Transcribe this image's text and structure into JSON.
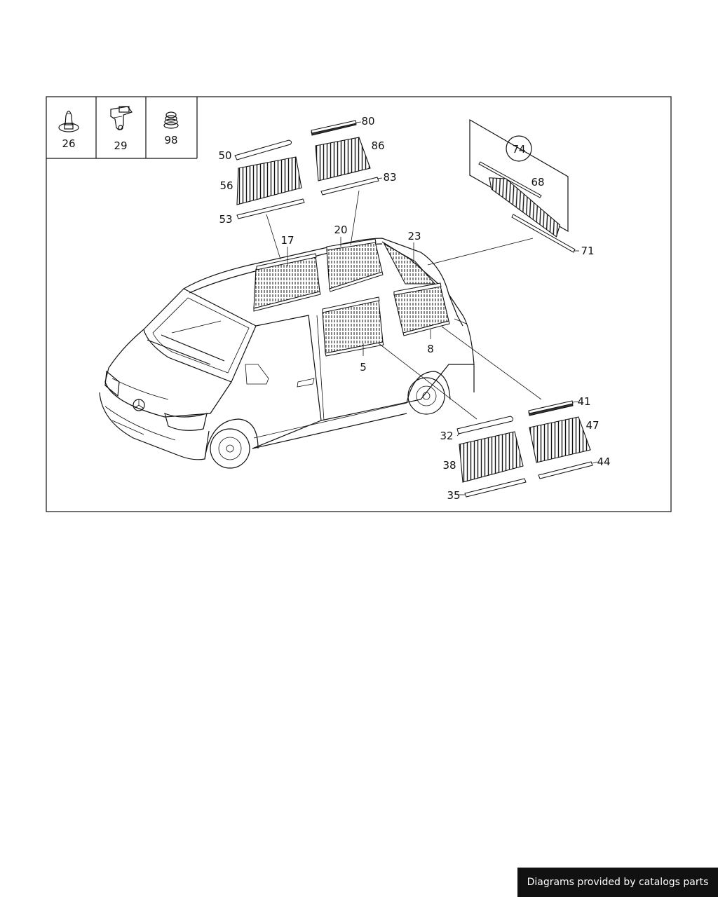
{
  "legend": [
    {
      "label": "26",
      "icon": "push-clip-icon"
    },
    {
      "label": "29",
      "icon": "retainer-clip-icon"
    },
    {
      "label": "98",
      "icon": "grommet-icon"
    }
  ],
  "callouts": {
    "c5": "5",
    "c8": "8",
    "c17": "17",
    "c20": "20",
    "c23": "23",
    "c32": "32",
    "c35": "35",
    "c38": "38",
    "c41": "41",
    "c44": "44",
    "c47": "47",
    "c50": "50",
    "c53": "53",
    "c56": "56",
    "c68": "68",
    "c71": "71",
    "c74": "74",
    "c80": "80",
    "c83": "83",
    "c86": "86"
  },
  "footer": {
    "credit": "Diagrams provided by catalogs parts"
  }
}
